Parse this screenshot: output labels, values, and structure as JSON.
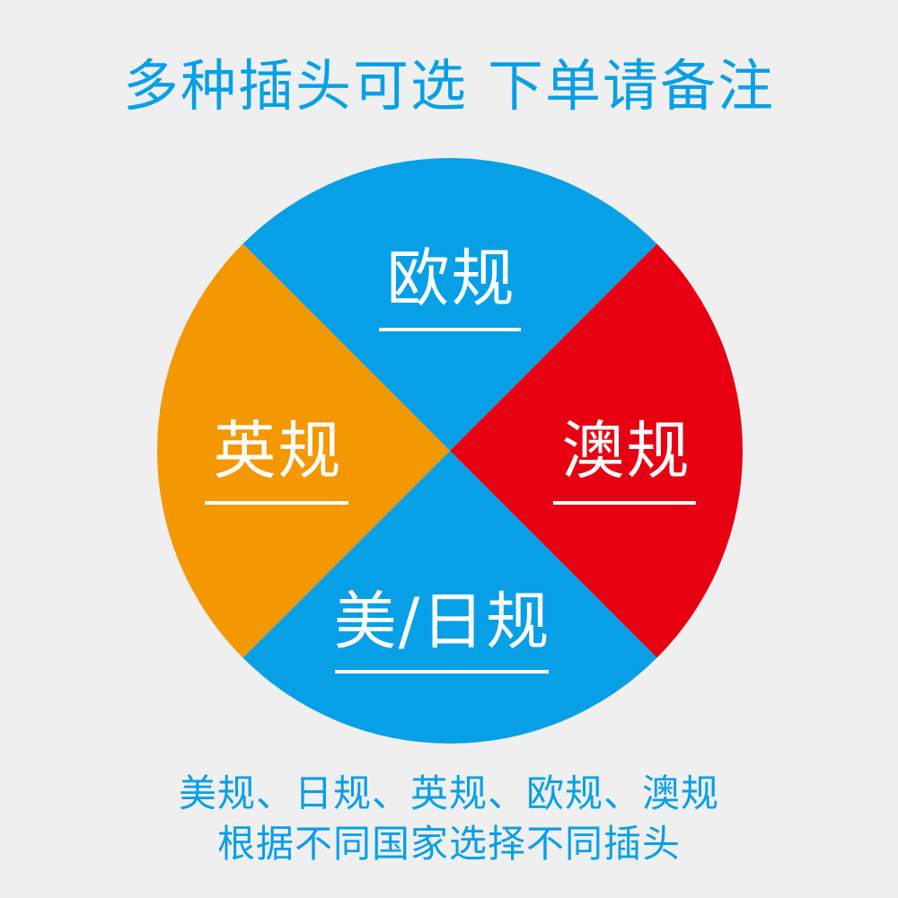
{
  "header": {
    "title_part1": "多种插头可选",
    "title_part2": "下单请备注"
  },
  "colors": {
    "background": "#efefef",
    "accent_blue": "#07a0e6",
    "segment_blue": "#07a0e6",
    "segment_orange": "#f39800",
    "segment_red": "#e60012",
    "label_text": "#ffffff"
  },
  "wheel": {
    "segments": [
      {
        "id": "top",
        "label": "欧规",
        "color": "#07a0e6"
      },
      {
        "id": "right",
        "label": "澳规",
        "color": "#e60012"
      },
      {
        "id": "bottom",
        "label": "美/日规",
        "color": "#07a0e6"
      },
      {
        "id": "left",
        "label": "英规",
        "color": "#f39800"
      }
    ]
  },
  "footer": {
    "line1": "美规、日规、英规、欧规、澳规",
    "line2": "根据不同国家选择不同插头"
  }
}
